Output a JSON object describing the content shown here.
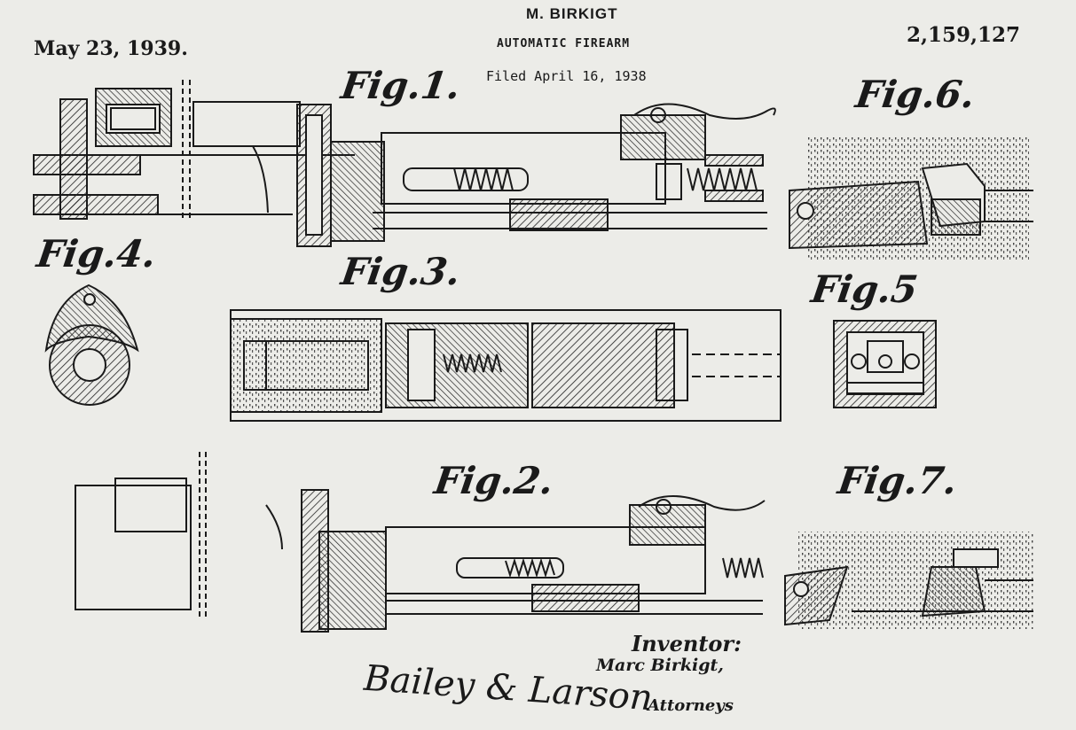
{
  "header": {
    "date": "May 23, 1939.",
    "inventor_name": "M. BIRKIGT",
    "title": "AUTOMATIC FIREARM",
    "filed": "Filed April 16, 1938",
    "patent_number": "2,159,127"
  },
  "figures": {
    "fig1": "Fig.1.",
    "fig2": "Fig.2.",
    "fig3": "Fig.3.",
    "fig4": "Fig.4.",
    "fig5": "Fig.5",
    "fig6": "Fig.6.",
    "fig7": "Fig.7."
  },
  "signature": {
    "inventor_label": "Inventor:",
    "inventor": "Marc Birkigt,",
    "attorneys_signature": "Bailey & Larson",
    "attorneys_label": "Attorneys"
  }
}
